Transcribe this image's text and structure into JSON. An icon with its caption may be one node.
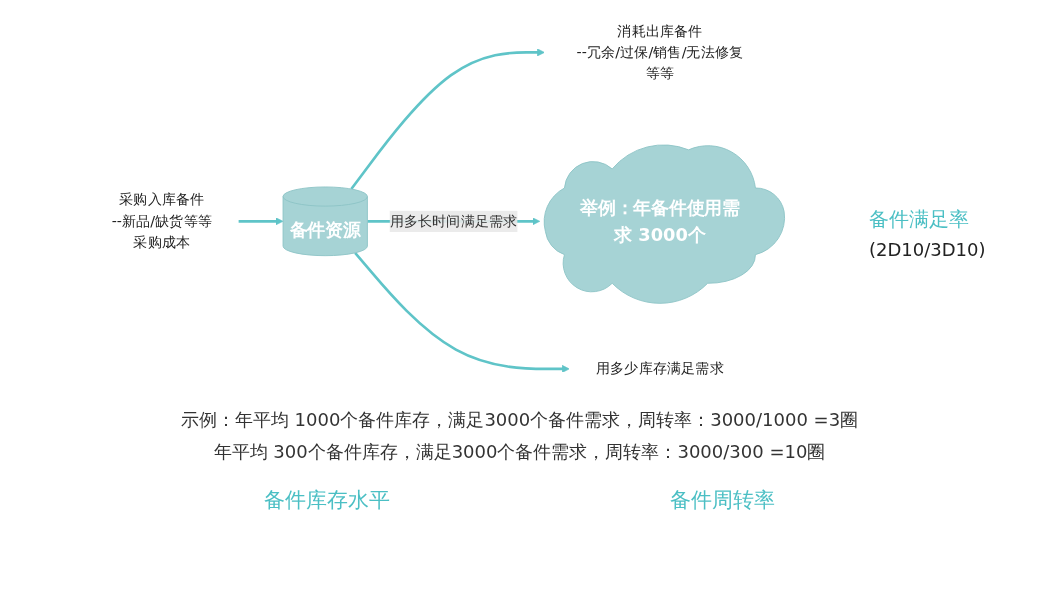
{
  "diagram": {
    "nodes": [
      {
        "text": [
          "备件资源"
        ]
      },
      {
        "text": [
          "举例：年备件使用需求 3000个"
        ]
      },
      {
        "text": [
          "消耗出库备件",
          "--冗余/过保/销售/无法修复等等"
        ]
      },
      {
        "text": [
          "采购入库备件",
          "--新品/缺货等等",
          "采购成本"
        ]
      },
      {
        "text": [
          "用多少库存满足需求"
        ]
      }
    ],
    "edges": [
      {
        "from": 0,
        "to": 2,
        "arrow": "to"
      },
      {
        "from": 0,
        "to": 1,
        "arrow": "to",
        "label": "用多长时间满足需求"
      },
      {
        "from": 3,
        "to": 0,
        "arrow": "to"
      },
      {
        "from": 0,
        "to": 4,
        "arrow": "to"
      }
    ],
    "labels": [
      "备件满足率",
      "(2D10/3D10)",
      "示例：年平均 1000个备件库存，满足3000个备件需求，周转率：3000/1000 =3圈",
      "年平均 300个备件库存，满足3000个备件需求，周转率：3000/300 =10圈",
      "备件库存水平",
      "备件周转率"
    ]
  }
}
